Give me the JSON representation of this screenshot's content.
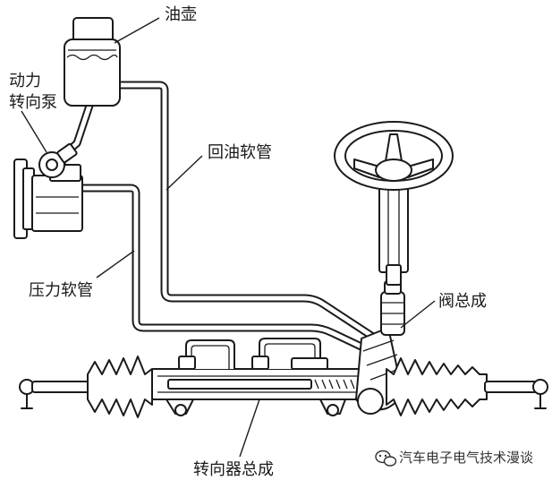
{
  "labels": {
    "reservoir": "油壶",
    "pump_line1": "动力",
    "pump_line2": "转向泵",
    "return_hose": "回油软管",
    "pressure_hose": "压力软管",
    "valve_assembly": "阀总成",
    "steering_gear": "转向器总成"
  },
  "watermark": {
    "text": "汽车电子电气技术漫谈",
    "icon": "wechat-icon"
  },
  "colors": {
    "line": "#1a1a1a",
    "background": "#ffffff"
  }
}
